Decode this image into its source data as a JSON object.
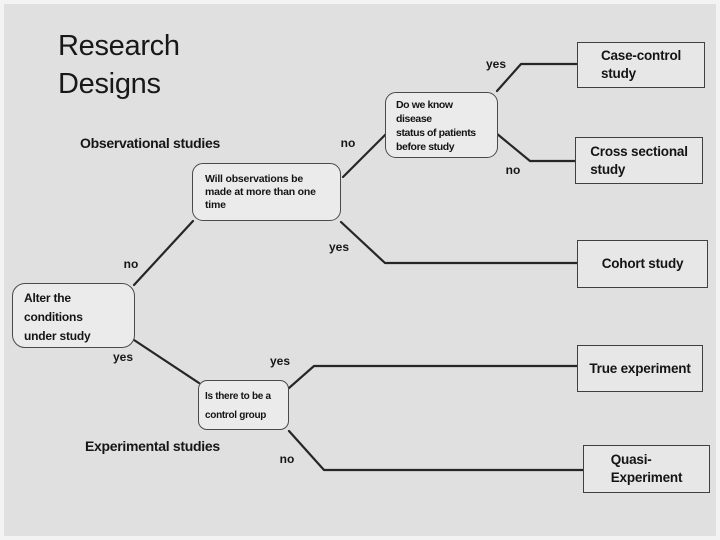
{
  "title": "Research\nDesigns",
  "sections": {
    "observational": "Observational studies",
    "experimental": "Experimental studies"
  },
  "nodes": {
    "alter_conditions": "Alter the\nconditions\nunder study",
    "observations_time": "Will observations be\nmade at more than one\ntime",
    "disease_status": "Do we know\ndisease\nstatus of patients\nbefore study",
    "control_group": "Is there to be a\ncontrol group"
  },
  "outcomes": {
    "case_control": "Case-control\nstudy",
    "cross_sectional": "Cross sectional\nstudy",
    "cohort": "Cohort study",
    "true_experiment": "True experiment",
    "quasi_experiment": "Quasi-\nExperiment"
  },
  "edge_labels": {
    "alter_no": "no",
    "alter_yes": "yes",
    "observations_no": "no",
    "observations_yes": "yes",
    "disease_yes": "yes",
    "disease_no": "no",
    "control_yes": "yes",
    "control_no": "no"
  },
  "colors": {
    "background": "#e0e0e0",
    "box_fill": "#ebebeb",
    "line": "#262626",
    "text": "#161616"
  }
}
